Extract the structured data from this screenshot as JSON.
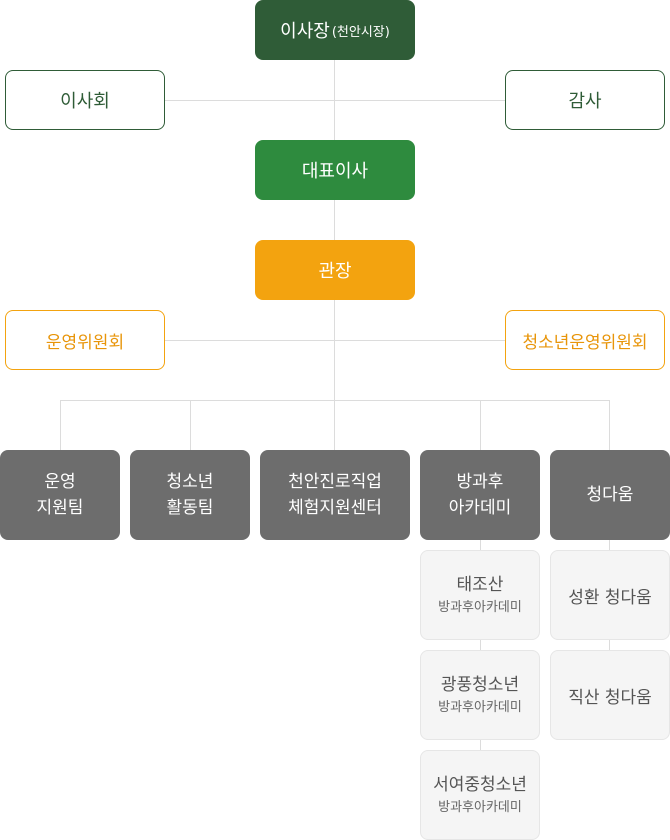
{
  "chairman": {
    "title": "이사장",
    "note": "(천안시장)"
  },
  "board": {
    "label": "이사회"
  },
  "auditor": {
    "label": "감사"
  },
  "ceo": {
    "label": "대표이사"
  },
  "director": {
    "label": "관장"
  },
  "committee_left": {
    "label": "운영위원회"
  },
  "committee_right": {
    "label": "청소년운영위원회"
  },
  "teams": [
    {
      "line1": "운영",
      "line2": "지원팀"
    },
    {
      "line1": "청소년",
      "line2": "활동팀"
    },
    {
      "line1": "천안진로직업",
      "line2": "체험지원센터"
    },
    {
      "line1": "방과후",
      "line2": "아카데미"
    },
    {
      "line1": "청다움",
      "line2": ""
    }
  ],
  "academy_units": [
    {
      "name": "태조산",
      "sub": "방과후아카데미"
    },
    {
      "name": "광풍청소년",
      "sub": "방과후아카데미"
    },
    {
      "name": "서여중청소년",
      "sub": "방과후아카데미"
    }
  ],
  "cheongdaum_units": [
    {
      "name": "성환 청다움"
    },
    {
      "name": "직산 청다움"
    }
  ],
  "colors": {
    "chairman": "#2f5c37",
    "ceo": "#2e8b3e",
    "director": "#f3a30f",
    "team": "#6d6d6d",
    "sub_bg": "#f5f5f5",
    "line": "#dcdcdc"
  }
}
